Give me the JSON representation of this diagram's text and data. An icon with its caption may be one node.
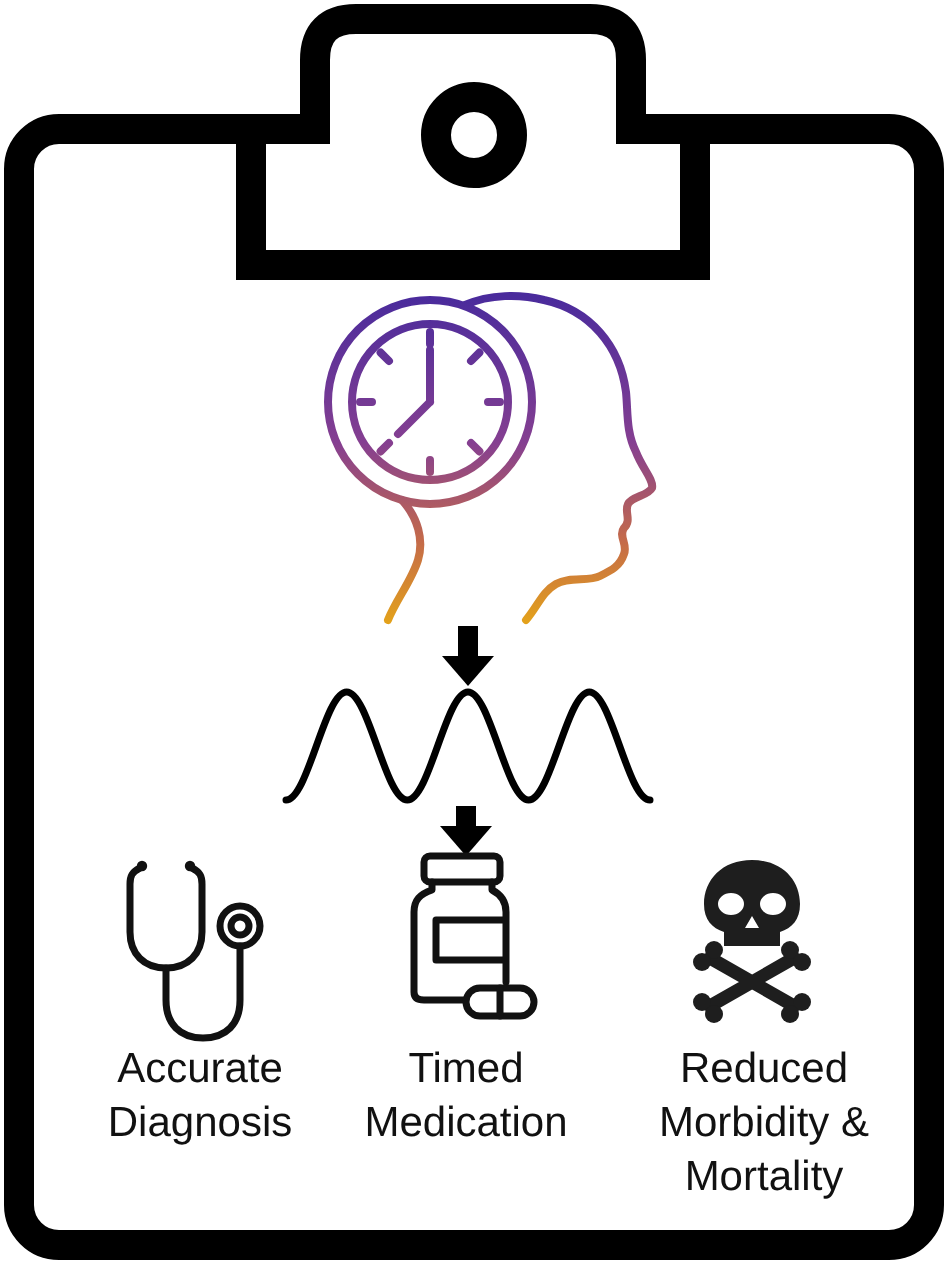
{
  "diagram": {
    "nodes": [
      {
        "text": [],
        "shape": "picture"
      },
      {
        "text": [],
        "shape": "wave"
      },
      {
        "text": [
          "Accurate Diagnosis"
        ]
      },
      {
        "text": [
          "Timed Medication"
        ]
      },
      {
        "text": [
          "Reduced Morbidity & Mortality"
        ]
      }
    ],
    "edges": [
      {
        "from": 0,
        "to": 1,
        "arrow": "to"
      },
      {
        "from": 1,
        "to": 3,
        "arrow": "to"
      }
    ]
  }
}
